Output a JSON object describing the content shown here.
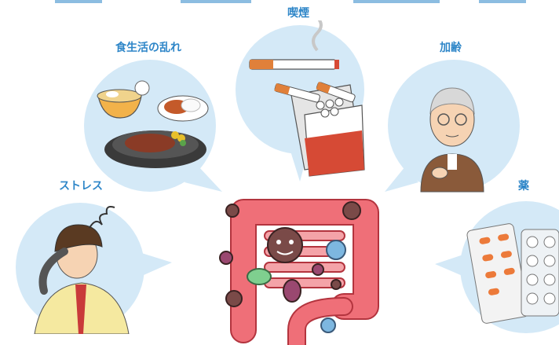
{
  "labels": {
    "smoking": "喫煙",
    "diet": "食生活の乱れ",
    "aging": "加齢",
    "stress": "ストレス",
    "medicine": "薬"
  },
  "colors": {
    "label_blue": "#2e86c8",
    "bubble_blue": "#d4e9f7",
    "intestine_pink": "#ef6f78",
    "intestine_dark": "#b3343e"
  },
  "icons": [
    "food-icon",
    "cigarette-icon",
    "elderly-man-icon",
    "stressed-man-icon",
    "medicine-blister-icon",
    "intestine-icon",
    "bacteria-icon"
  ]
}
